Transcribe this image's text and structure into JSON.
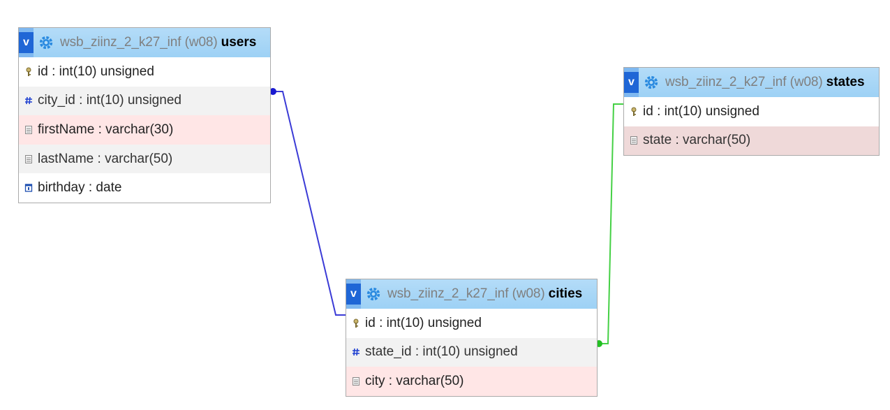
{
  "colors": {
    "header_bg": "#9dd1f5",
    "toggle_bg": "#1f66d6",
    "db_text": "#7f7f7f",
    "row_alt": "#f2f2f2",
    "row_highlight": "#ffe6e6",
    "row_highlight_gray": "#efd9d9",
    "relation_users_cities": "#3b3bd6",
    "relation_cities_states": "#44d044"
  },
  "tables": {
    "users": {
      "toggle": "v",
      "db": "wsb_ziinz_2_k27_inf (w08)",
      "name": "users",
      "columns": [
        {
          "icon": "key-icon",
          "label": "id : int(10) unsigned"
        },
        {
          "icon": "hash-icon",
          "label": "city_id : int(10) unsigned"
        },
        {
          "icon": "text-icon",
          "label": "firstName : varchar(30)"
        },
        {
          "icon": "text-icon",
          "label": "lastName : varchar(50)"
        },
        {
          "icon": "calendar-icon",
          "label": "birthday : date"
        }
      ]
    },
    "states": {
      "toggle": "v",
      "db": "wsb_ziinz_2_k27_inf (w08)",
      "name": "states",
      "columns": [
        {
          "icon": "key-icon",
          "label": "id : int(10) unsigned"
        },
        {
          "icon": "text-icon",
          "label": "state : varchar(50)"
        }
      ]
    },
    "cities": {
      "toggle": "v",
      "db": "wsb_ziinz_2_k27_inf (w08)",
      "name": "cities",
      "columns": [
        {
          "icon": "key-icon",
          "label": "id : int(10) unsigned"
        },
        {
          "icon": "hash-icon",
          "label": "state_id : int(10) unsigned"
        },
        {
          "icon": "text-icon",
          "label": "city : varchar(50)"
        }
      ]
    }
  }
}
